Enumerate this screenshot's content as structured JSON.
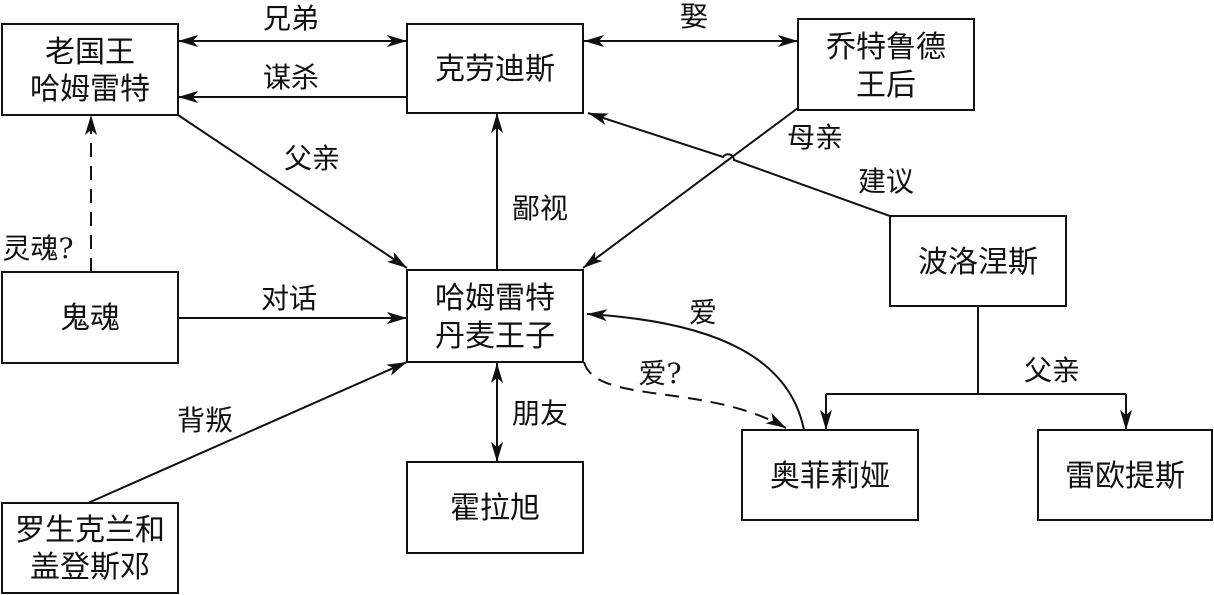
{
  "nodes": {
    "old_king": {
      "line1": "老国王",
      "line2": "哈姆雷特"
    },
    "claudius": {
      "line1": "克劳迪斯"
    },
    "gertrude": {
      "line1": "乔特鲁德",
      "line2": "王后"
    },
    "ghost": {
      "line1": "鬼魂"
    },
    "hamlet": {
      "line1": "哈姆雷特",
      "line2": "丹麦王子"
    },
    "polonius": {
      "line1": "波洛涅斯"
    },
    "horatio": {
      "line1": "霍拉旭"
    },
    "ophelia": {
      "line1": "奥菲莉娅"
    },
    "laertes": {
      "line1": "雷欧提斯"
    },
    "rosencrantz": {
      "line1": "罗生克兰和",
      "line2": "盖登斯邓"
    }
  },
  "edges": {
    "brothers": "兄弟",
    "murder": "谋杀",
    "marry": "娶",
    "father_to_hamlet": "父亲",
    "despise": "鄙视",
    "mother": "母亲",
    "advise": "建议",
    "soul": "灵魂?",
    "dialogue": "对话",
    "love": "爱",
    "love_question": "爱?",
    "friend": "朋友",
    "betray": "背叛",
    "father_to_children": "父亲"
  }
}
